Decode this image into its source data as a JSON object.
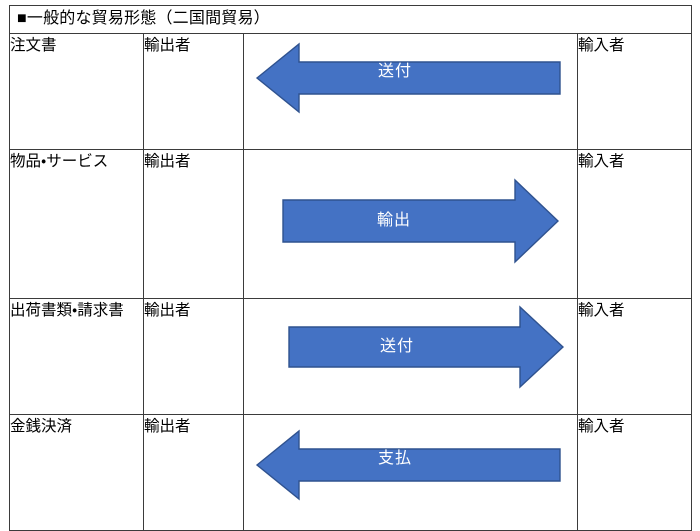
{
  "header": {
    "bullet": "■",
    "title": "■一般的な貿易形態（二国間貿易）"
  },
  "columns": {
    "document": "",
    "exporter": "",
    "flow": "",
    "importer": ""
  },
  "colors": {
    "arrow_fill": "#4472C4",
    "arrow_stroke": "#2F528F",
    "arrow_label_text": "#FFFFFF",
    "border": "#3B3B3B",
    "text": "#000000",
    "background": "#FFFFFF"
  },
  "rows": [
    {
      "document": "注文書",
      "exporter": "輸出者",
      "importer": "輸入者",
      "arrow": {
        "label": "送付",
        "direction": "left",
        "icon": "arrow-left-icon"
      }
    },
    {
      "document": "物品・サービス",
      "exporter": "輸出者",
      "importer": "輸入者",
      "arrow": {
        "label": "輸出",
        "direction": "right",
        "icon": "arrow-right-icon"
      }
    },
    {
      "document": "出荷書類・請求書",
      "exporter": "輸出者",
      "importer": "輸入者",
      "arrow": {
        "label": "送付",
        "direction": "right",
        "icon": "arrow-right-icon"
      }
    },
    {
      "document": "金銭決済",
      "exporter": "輸出者",
      "importer": "輸入者",
      "arrow": {
        "label": "支払",
        "direction": "left",
        "icon": "arrow-left-icon"
      }
    }
  ]
}
